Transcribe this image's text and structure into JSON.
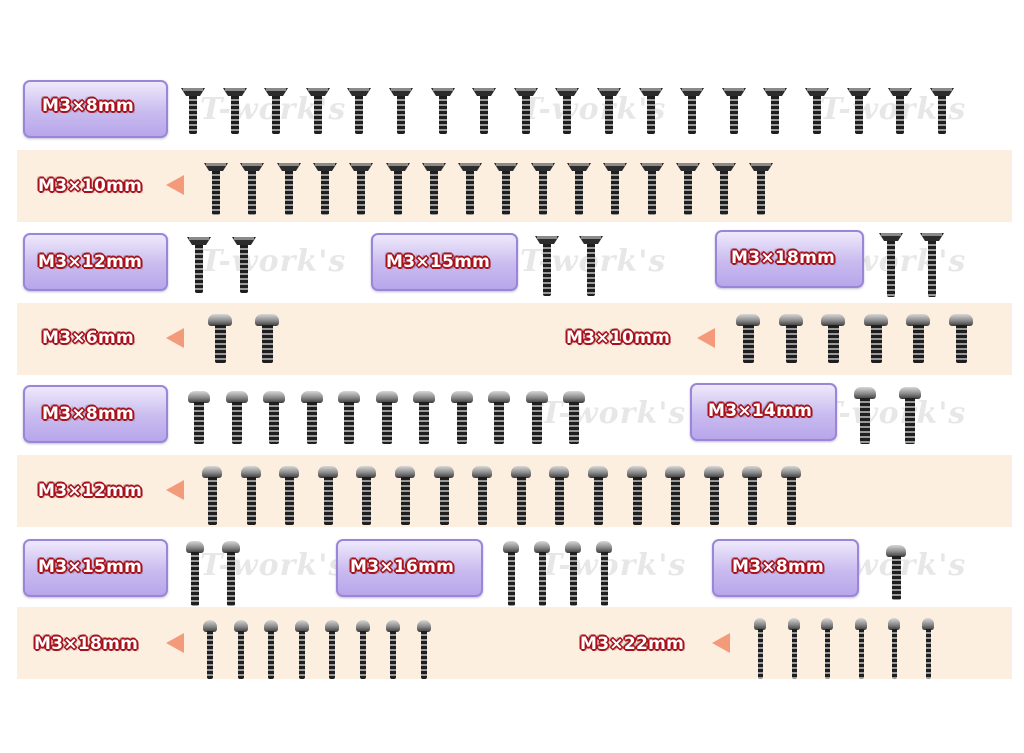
{
  "rows": [
    {
      "label": "M3×8mm",
      "head": "flat",
      "count": 19
    },
    {
      "label": "M3×10mm",
      "head": "flat",
      "count": 16
    },
    {
      "label": "M3×12mm",
      "head": "flat",
      "count": 2,
      "label2": "M3×15mm",
      "count2": 2,
      "label3": "M3×18mm",
      "count3": 2
    },
    {
      "label": "M3×6mm",
      "head": "button",
      "count": 2,
      "label2": "M3×10mm",
      "count2": 6
    },
    {
      "label": "M3×8mm",
      "head": "button",
      "count": 11,
      "label2": "M3×14mm",
      "count2": 2
    },
    {
      "label": "M3×12mm",
      "head": "button",
      "count": 16
    },
    {
      "label": "M3×15mm",
      "head": "button",
      "count": 2,
      "label2": "M3×16mm",
      "count2": 4,
      "label3": "M3×8mm",
      "count3": 1
    },
    {
      "label": "M3×18mm",
      "head": "button",
      "count": 8,
      "label2": "M3×22mm",
      "count2": 6
    }
  ],
  "watermark": "T-work's",
  "colors": {
    "band": "#fdefe0",
    "label_box": "#c9bbef",
    "label_outline": "#a8101a",
    "arrow": "#f39a7a"
  }
}
